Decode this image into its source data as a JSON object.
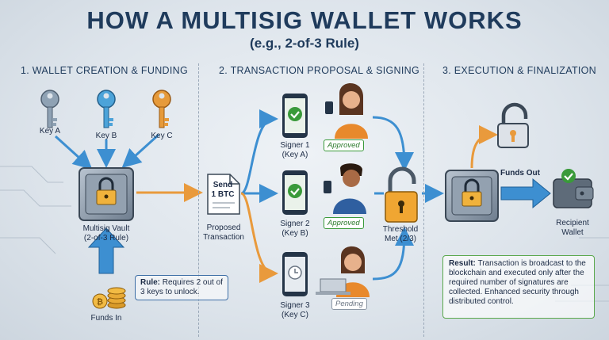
{
  "title": "HOW A MULTISIG WALLET WORKS",
  "subtitle": "(e.g., 2-of-3 Rule)",
  "sections": {
    "s1": "1. WALLET CREATION & FUNDING",
    "s2": "2. TRANSACTION PROPOSAL & SIGNING",
    "s3": "3. EXECUTION & FINALIZATION"
  },
  "keys": [
    {
      "label": "Key A",
      "color": "#8fa2b4"
    },
    {
      "label": "Key B",
      "color": "#4ca3d9"
    },
    {
      "label": "Key C",
      "color": "#e69a3a"
    }
  ],
  "vault": {
    "line1": "Multisig Vault",
    "line2": "(2-of-3 Rule)"
  },
  "funds_in": "Funds In",
  "rule_note": {
    "bold": "Rule:",
    "text": " Requires 2 out of 3 keys to unlock."
  },
  "proposal": {
    "doc_line1": "Send",
    "doc_line2": "1 BTC",
    "line1": "Proposed",
    "line2": "Transaction"
  },
  "signers": [
    {
      "line1": "Signer 1",
      "line2": "(Key A)",
      "status": "Approved"
    },
    {
      "line1": "Signer 2",
      "line2": "(Key B)",
      "status": "Approved"
    },
    {
      "line1": "Signer 3",
      "line2": "(Key C)",
      "status": "Pending"
    }
  ],
  "threshold": {
    "line1": "Threshold",
    "line2": "Met (2/3)"
  },
  "funds_out": "Funds Out",
  "recipient": {
    "line1": "Recipient",
    "line2": "Wallet"
  },
  "result_note": {
    "bold": "Result:",
    "text": " Transaction is broadcast to the blockchain and executed only after the required number of signatures are collected. Enhanced security through distributed control."
  },
  "colors": {
    "blue_arrow": "#3d8fd1",
    "orange_arrow": "#e99a3c",
    "navy": "#1f3b5c",
    "green": "#3a9a3a"
  }
}
